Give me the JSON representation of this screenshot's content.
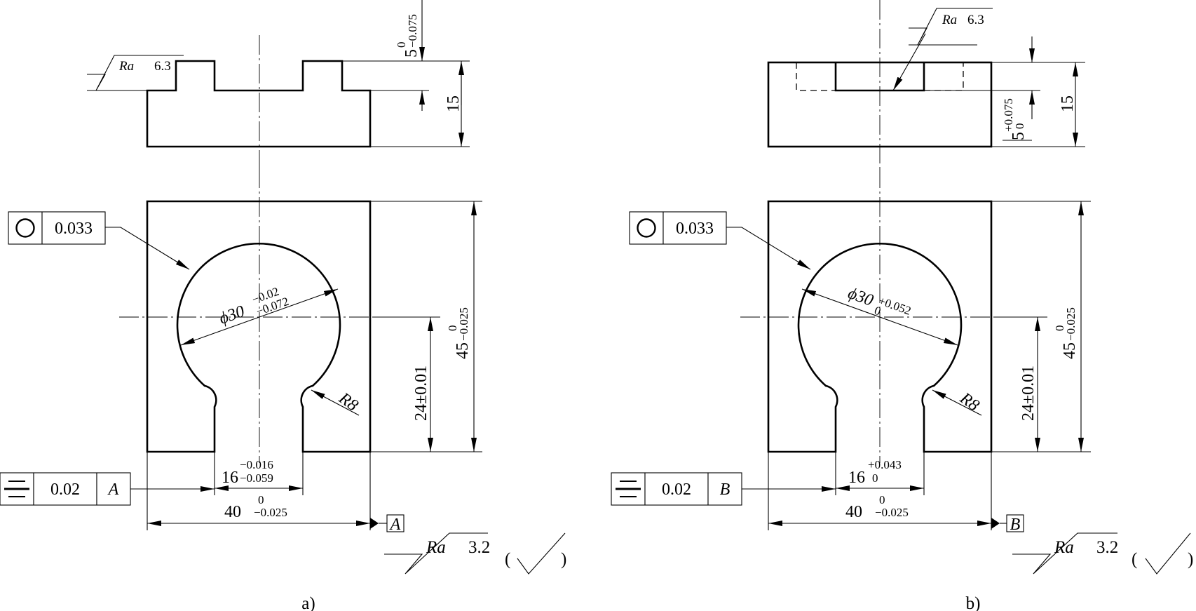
{
  "views": [
    {
      "caption": "a)",
      "ra_top": {
        "prefix": "Ra",
        "value": "6.3"
      },
      "ra_general": {
        "prefix": "Ra",
        "value": "3.2",
        "open": "(",
        "close": ")"
      },
      "roundness": {
        "symbol": "circularity",
        "tolerance": "0.033"
      },
      "symmetry": {
        "symbol": "symmetry",
        "tolerance": "0.02",
        "datum": "A"
      },
      "datum_label": "A",
      "dim_depth": {
        "nominal": "5",
        "upper": "0",
        "lower": "−0.075"
      },
      "dim_height": {
        "nominal": "15"
      },
      "dim_width": {
        "nominal": "40",
        "upper": "0",
        "lower": "−0.025"
      },
      "dim_length": {
        "nominal": "45",
        "upper": "0",
        "lower": "−0.025"
      },
      "dim_center": {
        "text": "24±0.01"
      },
      "dim_slot": {
        "nominal": "16",
        "upper": "−0.016",
        "lower": "−0.059"
      },
      "dim_diameter": {
        "nominal": "ϕ30",
        "upper": "−0.02",
        "lower": "−0.072"
      },
      "dim_radius": {
        "text": "R8"
      }
    },
    {
      "caption": "b)",
      "ra_top": {
        "prefix": "Ra",
        "value": "6.3"
      },
      "ra_general": {
        "prefix": "Ra",
        "value": "3.2",
        "open": "(",
        "close": ")"
      },
      "roundness": {
        "symbol": "circularity",
        "tolerance": "0.033"
      },
      "symmetry": {
        "symbol": "symmetry",
        "tolerance": "0.02",
        "datum": "B"
      },
      "datum_label": "B",
      "dim_depth": {
        "nominal": "5",
        "upper": "+0.075",
        "lower": "0"
      },
      "dim_height": {
        "nominal": "15"
      },
      "dim_width": {
        "nominal": "40",
        "upper": "0",
        "lower": "−0.025"
      },
      "dim_length": {
        "nominal": "45",
        "upper": "0",
        "lower": "−0.025"
      },
      "dim_center": {
        "text": "24±0.01"
      },
      "dim_slot": {
        "nominal": "16",
        "upper": "+0.043",
        "lower": "0"
      },
      "dim_diameter": {
        "nominal": "ϕ30",
        "upper": "+0.052",
        "lower": "0"
      },
      "dim_radius": {
        "text": "R8"
      }
    }
  ]
}
